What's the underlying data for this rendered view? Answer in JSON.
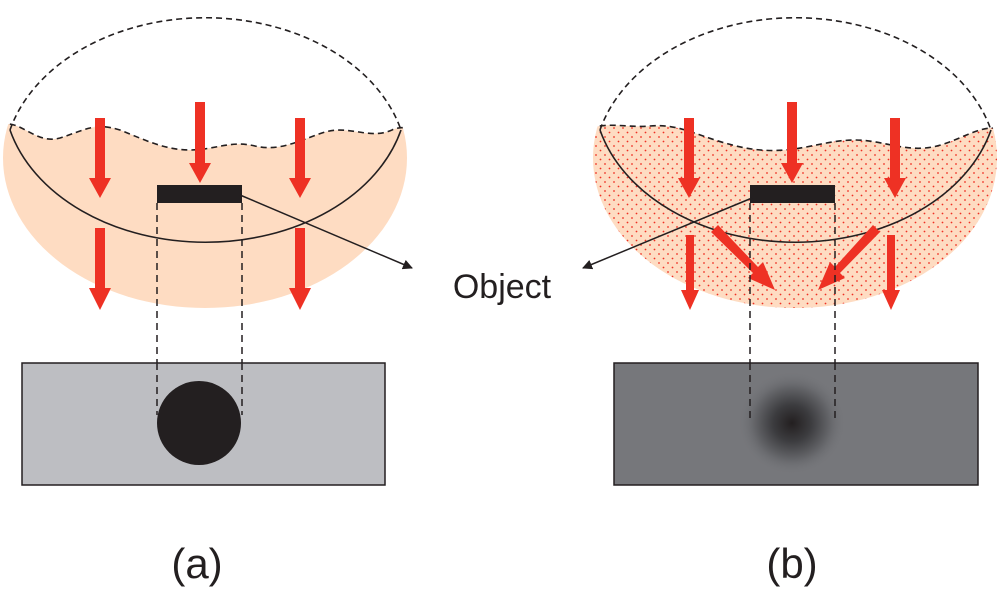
{
  "panels": [
    {
      "id": "a",
      "label": "(a)",
      "fluid": "plain",
      "shadow": "sharp"
    },
    {
      "id": "b",
      "label": "(b)",
      "fluid": "scattering",
      "shadow": "blurred"
    }
  ],
  "object_label": "Object",
  "colors": {
    "fluid_fill": "#fedcc2",
    "arrow_red": "#ee3124",
    "scatter_dot": "#ee3124",
    "object_black": "#231f20",
    "screen_a": "#bdbec2",
    "screen_b": "#76777b",
    "shadow_dark": "#231f20",
    "outline": "#231f20"
  }
}
